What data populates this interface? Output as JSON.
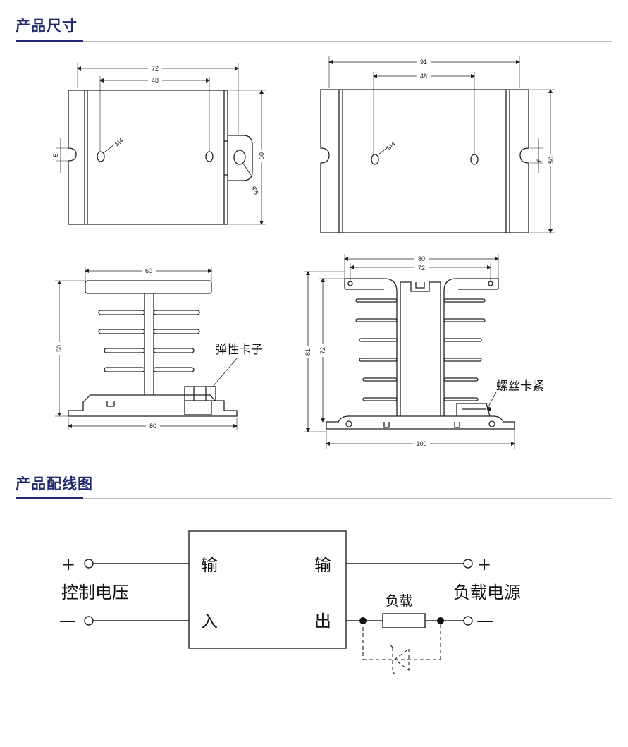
{
  "section_dimensions": {
    "title": "产品尺寸"
  },
  "section_wiring": {
    "title": "产品配线图"
  },
  "drawing_top_left": {
    "width_outer": "72",
    "width_holes": "48",
    "slot": "5",
    "height": "50",
    "thread": "M4",
    "hole": "Φ5"
  },
  "drawing_top_right": {
    "width_outer": "91",
    "width_holes": "48",
    "slot": "6",
    "height": "50",
    "thread": "M4"
  },
  "drawing_bottom_left": {
    "width_top": "60",
    "height": "50",
    "width_base": "80",
    "callout": "弹性卡子"
  },
  "drawing_bottom_right": {
    "width_outer": "80",
    "width_inner": "72",
    "height_outer": "81",
    "height_inner": "72",
    "width_base": "100",
    "callout": "螺丝卡紧"
  },
  "wiring": {
    "plus": "+",
    "minus": "—",
    "control_voltage": "控制电压",
    "load_supply": "负载电源",
    "load": "负载",
    "input_top": "输",
    "input_bottom": "入",
    "output_top": "输",
    "output_bottom": "出"
  }
}
